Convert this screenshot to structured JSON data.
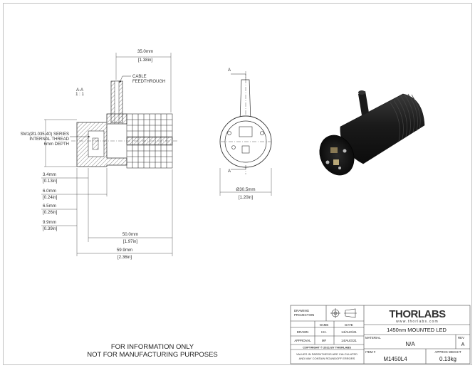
{
  "section": {
    "name": "A-A",
    "scale": "1 : 1"
  },
  "callouts": {
    "cable_line1": "CABLE",
    "cable_line2": "FEEDTHROUGH",
    "thread_line1": "SM1(Ø1.035-40) SERIES",
    "thread_line2": "INTERNAL THREAD",
    "thread_line3": "6mm DEPTH",
    "section_marker": "A"
  },
  "dimensions": {
    "top_width": {
      "mm": "35.0mm",
      "in": "[1.38in]"
    },
    "d1": {
      "mm": "3.4mm",
      "in": "[0.13in]"
    },
    "d2": {
      "mm": "6.0mm",
      "in": "[0.24in]"
    },
    "d3": {
      "mm": "6.5mm",
      "in": "[0.26in]"
    },
    "d4": {
      "mm": "9.9mm",
      "in": "[0.39in]"
    },
    "len_body": {
      "mm": "50.0mm",
      "in": "[1.97in]"
    },
    "len_total": {
      "mm": "59.9mm",
      "in": "[2.36in]"
    },
    "diameter": {
      "mm": "Ø30.5mm",
      "in": "[1.20in]"
    }
  },
  "disclaimer": {
    "line1": "FOR INFORMATION ONLY",
    "line2": "NOT FOR MANUFACTURING PURPOSES"
  },
  "title_block": {
    "drawing_projection_1": "DRAWING",
    "drawing_projection_2": "PROJECTION",
    "brand": "THORLABS",
    "website": "www.thorlabs.com",
    "col_name": "NAME",
    "col_date": "DATE",
    "drawn_label": "DRAWN",
    "drawn_name": "HH.",
    "drawn_date": "14/AUG/21",
    "approval_label": "APPROVAL",
    "approval_name": "MF",
    "approval_date": "14/AUG/21",
    "copyright": "COPYRIGHT © 2021 BY THORLABS",
    "values_note_1": "VALUES IN PARENTHESIS ARE CALCULATED",
    "values_note_2": "AND MAY CONTAIN ROUNDOFF ERRORS",
    "title": "1450nm MOUNTED LED",
    "material_label": "MATERIAL",
    "material_value": "N/A",
    "rev_label": "REV",
    "rev_value": "A",
    "item_label": "ITEM #",
    "item_value": "M1450L4",
    "weight_label": "APPROX WEIGHT",
    "weight_value": "0.13kg"
  },
  "colors": {
    "line": "#333333",
    "hatch": "#555555",
    "body_dark": "#1c1c1c"
  }
}
